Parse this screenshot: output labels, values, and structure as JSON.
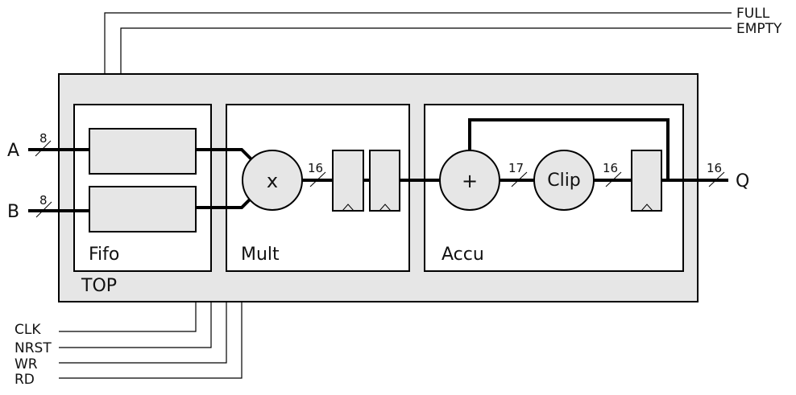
{
  "diagram": {
    "top_module": {
      "label": "TOP",
      "fill_color": "#e6e6e6"
    },
    "blocks": [
      {
        "id": "fifo",
        "label": "Fifo"
      },
      {
        "id": "mult",
        "label": "Mult"
      },
      {
        "id": "accu",
        "label": "Accu"
      }
    ],
    "operators": {
      "multiply": "x",
      "add": "+",
      "clip": "Clip"
    },
    "inputs": [
      {
        "name": "A",
        "width": "8"
      },
      {
        "name": "B",
        "width": "8"
      }
    ],
    "outputs": [
      {
        "name": "Q",
        "width": "16"
      }
    ],
    "status_outputs": [
      {
        "name": "FULL"
      },
      {
        "name": "EMPTY"
      }
    ],
    "control_inputs": [
      {
        "name": "CLK"
      },
      {
        "name": "NRST"
      },
      {
        "name": "WR"
      },
      {
        "name": "RD"
      }
    ],
    "bus_widths": {
      "mult_out": "16",
      "add_out": "17",
      "clip_out": "16",
      "q_out": "16"
    }
  }
}
